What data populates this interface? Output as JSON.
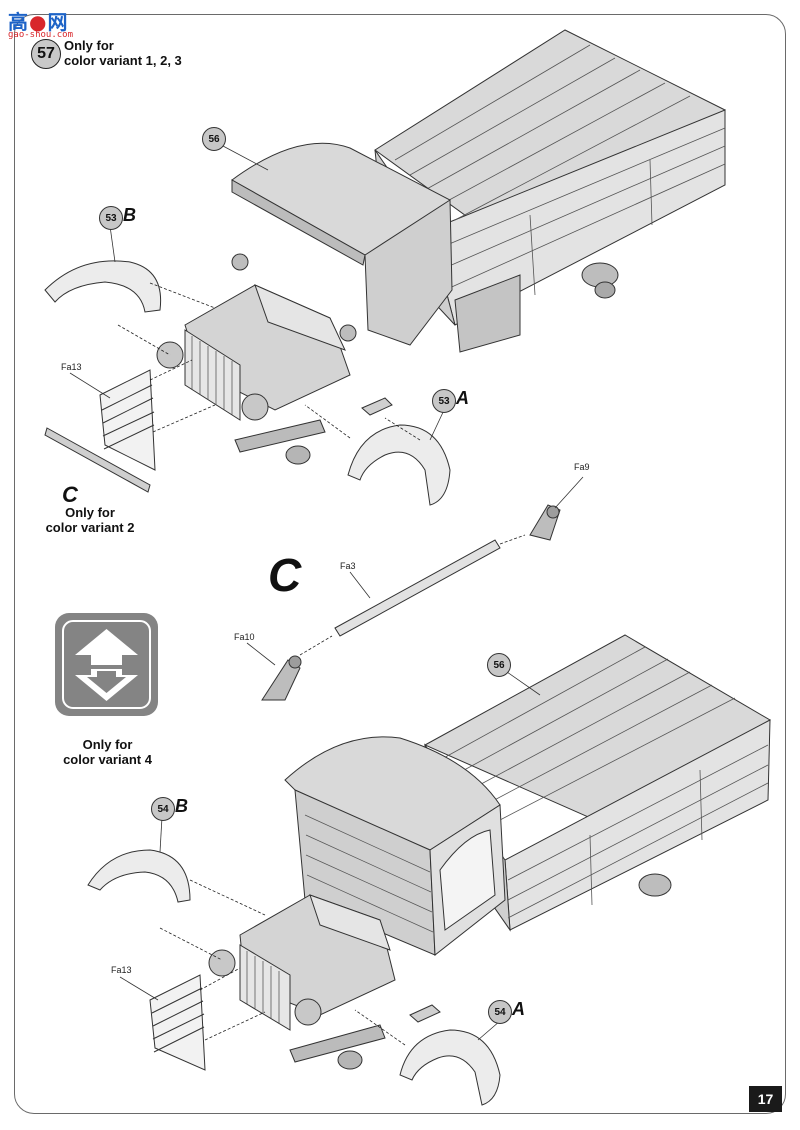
{
  "watermark": {
    "brand_a": "高",
    "brand_b": "网",
    "site": "gao-shou.com"
  },
  "step": {
    "number": "57",
    "note_line1": "Only for",
    "note_line2": "color variant 1, 2, 3"
  },
  "variant_c_note": {
    "line1": "Only for",
    "line2": "color variant 2"
  },
  "variant_4_note": {
    "line1": "Only for",
    "line2": "color variant 4"
  },
  "letters": {
    "c_small": "C",
    "c_big": "C"
  },
  "callouts": {
    "top_cab": "56",
    "top_fender_b": "53",
    "top_fender_b_suffix": "B",
    "top_fender_a": "53",
    "top_fender_a_suffix": "A",
    "bottom_cab": "56",
    "bottom_fender_b": "54",
    "bottom_fender_b_suffix": "B",
    "bottom_fender_a": "54",
    "bottom_fender_a_suffix": "A"
  },
  "parts": {
    "top_grille": "Fa13",
    "bumper_end_r": "Fa9",
    "bumper_bar": "Fa3",
    "bumper_end_l": "Fa10",
    "bottom_grille": "Fa13"
  },
  "colors": {
    "part_fill": "#d9d9d9",
    "line": "#333333",
    "icon_bg": "#848484",
    "icon_arrow": "#ffffff"
  },
  "page_number": "17"
}
